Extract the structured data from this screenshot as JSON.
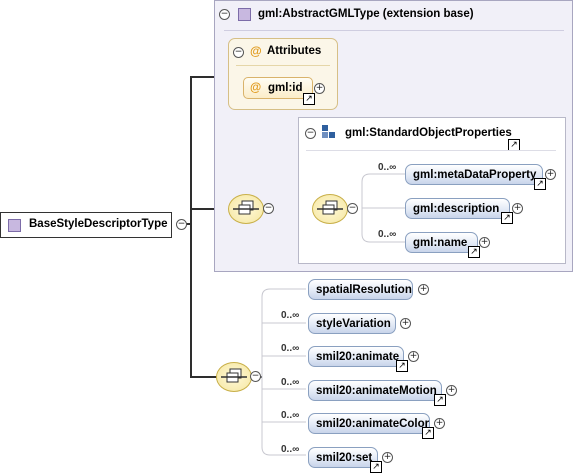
{
  "root": {
    "label": "BaseStyleDescriptorType"
  },
  "extension": {
    "label": "gml:AbstractGMLType (extension base)"
  },
  "attributes": {
    "label": "Attributes",
    "items": [
      "gml:id"
    ]
  },
  "sop": {
    "label": "gml:StandardObjectProperties"
  },
  "sop_elements": [
    {
      "label": "gml:metaDataProperty",
      "occ": "0..∞"
    },
    {
      "label": "gml:description",
      "occ": ""
    },
    {
      "label": "gml:name",
      "occ": "0..∞"
    }
  ],
  "seq_elements": [
    {
      "label": "spatialResolution",
      "occ": ""
    },
    {
      "label": "styleVariation",
      "occ": "0..∞"
    },
    {
      "label": "smil20:animate",
      "occ": "0..∞"
    },
    {
      "label": "smil20:animateMotion",
      "occ": "0..∞"
    },
    {
      "label": "smil20:animateColor",
      "occ": "0..∞"
    },
    {
      "label": "smil20:set",
      "occ": "0..∞"
    }
  ],
  "glyphs": {
    "minus": "−",
    "plus": "+",
    "at": "@",
    "ref_arrow": "↗"
  },
  "colors": {
    "extension_bg": "#f1f0f8",
    "attribute_bg": "#fbf6e8",
    "element_fill": "#dde6f4",
    "attribute_icon": "#e09a1c"
  }
}
